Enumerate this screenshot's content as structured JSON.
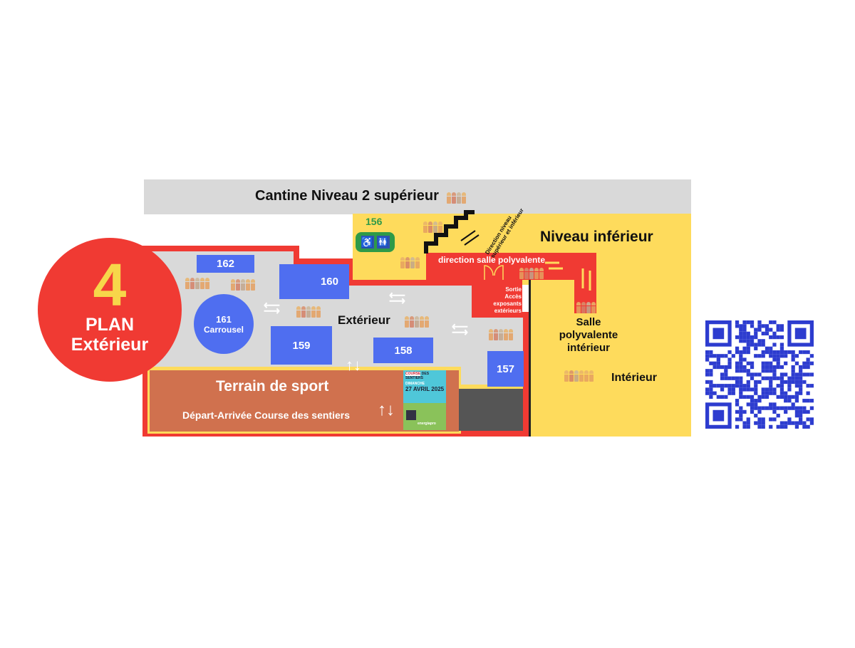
{
  "badge": {
    "number": "4",
    "line1": "PLAN",
    "line2": "Extérieur"
  },
  "zones": {
    "cantine": "Cantine  Niveau 2 supérieur",
    "niveau_inferieur": "Niveau inférieur",
    "exterieur": "Extérieur",
    "terrain": "Terrain de sport",
    "course": "Départ-Arrivée Course des sentiers",
    "direction_salle": "direction salle polyvalente",
    "direction_niveau_1": "Direction niveau",
    "direction_niveau_2": "supérieur et inférieur",
    "sortie_1": "Sortie",
    "sortie_2": "Accès exposants",
    "sortie_3": "extérieurs",
    "salle_1": "Salle",
    "salle_2": "polyvalente",
    "salle_3": "intérieur",
    "interieur": "Intérieur"
  },
  "booths": {
    "b156": "156",
    "b157": "157",
    "b158": "158",
    "b159": "159",
    "b160": "160",
    "b161": "161",
    "b161_name": "Carrousel",
    "b162": "162"
  },
  "poster": {
    "title1": "COURSE",
    "title2": "DES SENTIERS",
    "day": "DIMANCHE",
    "date": "27 AVRIL 2025",
    "sponsor": "energiapro"
  },
  "colors": {
    "red": "#f03a33",
    "yellow": "#fedb5c",
    "gray": "#d9d9d9",
    "blue": "#4f6ef0",
    "brown": "#d0714e",
    "dark": "#555555",
    "qr": "#2d3ccf",
    "green": "#2e9a48"
  }
}
